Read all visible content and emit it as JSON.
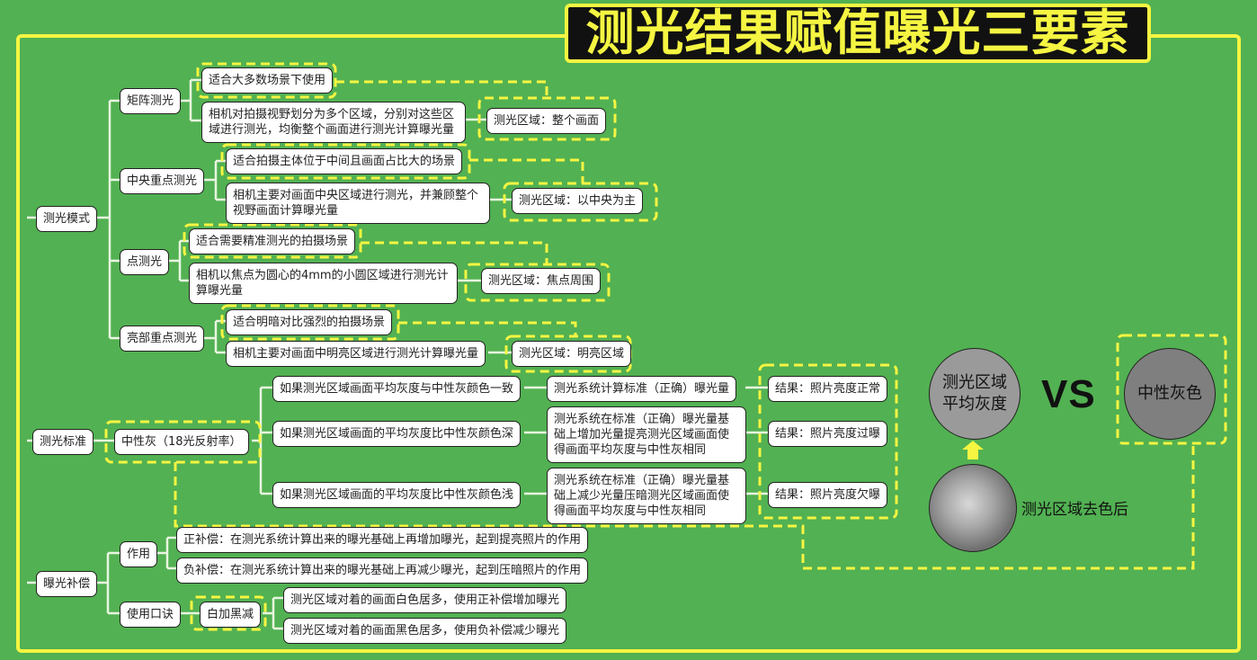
{
  "title": "测光结果赋值曝光三要素",
  "colors": {
    "background": "#52b152",
    "accent_yellow": "#f5f542",
    "title_bg": "#111111",
    "node_bg": "#ffffff",
    "connector": "#e8f5e0",
    "gray_circle": "#9a9a9a",
    "neutral_gray": "#7f7f7f"
  },
  "metering_modes": {
    "label": "测光模式",
    "modes": [
      {
        "name": "矩阵测光",
        "usage": "适合大多数场景下使用",
        "description": "相机对拍摄视野划分为多个区域，分别对这些区域进行测光，均衡整个画面进行测光计算曝光量",
        "area": "测光区域：整个画面"
      },
      {
        "name": "中央重点测光",
        "usage": "适合拍摄主体位于中间且画面占比大的场景",
        "description": "相机主要对画面中央区域进行测光，并兼顾整个视野画面计算曝光量",
        "area": "测光区域：以中央为主"
      },
      {
        "name": "点测光",
        "usage": "适合需要精准测光的拍摄场景",
        "description": "相机以焦点为圆心的4mm的小圆区域进行测光计算曝光量",
        "area": "测光区域：焦点周围"
      },
      {
        "name": "亮部重点测光",
        "usage": "适合明暗对比强烈的拍摄场景",
        "description": "相机主要对画面中明亮区域进行测光计算曝光量",
        "area": "测光区域：明亮区域"
      }
    ]
  },
  "metering_standard": {
    "label": "测光标准",
    "reference": "中性灰（18光反射率）",
    "cases": [
      {
        "condition": "如果测光区域画面平均灰度与中性灰颜色一致",
        "system": "测光系统计算标准（正确）曝光量",
        "result": "结果：照片亮度正常"
      },
      {
        "condition": "如果测光区域画面的平均灰度比中性灰颜色深",
        "system": "测光系统在标准（正确）曝光量基础上增加光量提亮测光区域画面使得画面平均灰度与中性灰相同",
        "result": "结果：照片亮度过曝"
      },
      {
        "condition": "如果测光区域画面的平均灰度比中性灰颜色浅",
        "system": "测光系统在标准（正确）曝光量基础上减少光量压暗测光区域画面使得画面平均灰度与中性灰相同",
        "result": "结果：照片亮度欠曝"
      }
    ]
  },
  "exposure_compensation": {
    "label": "曝光补偿",
    "effect": {
      "label": "作用",
      "items": [
        "正补偿：在测光系统计算出来的曝光基础上再增加曝光，起到提亮照片的作用",
        "负补偿：在测光系统计算出来的曝光基础上再减少曝光，起到压暗照片的作用"
      ]
    },
    "mnemonic": {
      "label": "使用口诀",
      "phrase": "白加黑减",
      "items": [
        "测光区域对着的画面白色居多，使用正补偿增加曝光",
        "测光区域对着的画面黑色居多，使用负补偿减少曝光"
      ]
    }
  },
  "comparison": {
    "left_circle": "测光区域平均灰度",
    "vs": "VS",
    "right_circle": "中性灰色",
    "photo_caption": "测光区域去色后",
    "photo_icon": "desaturated-rose-photo",
    "arrow_icon": "up-arrow"
  }
}
